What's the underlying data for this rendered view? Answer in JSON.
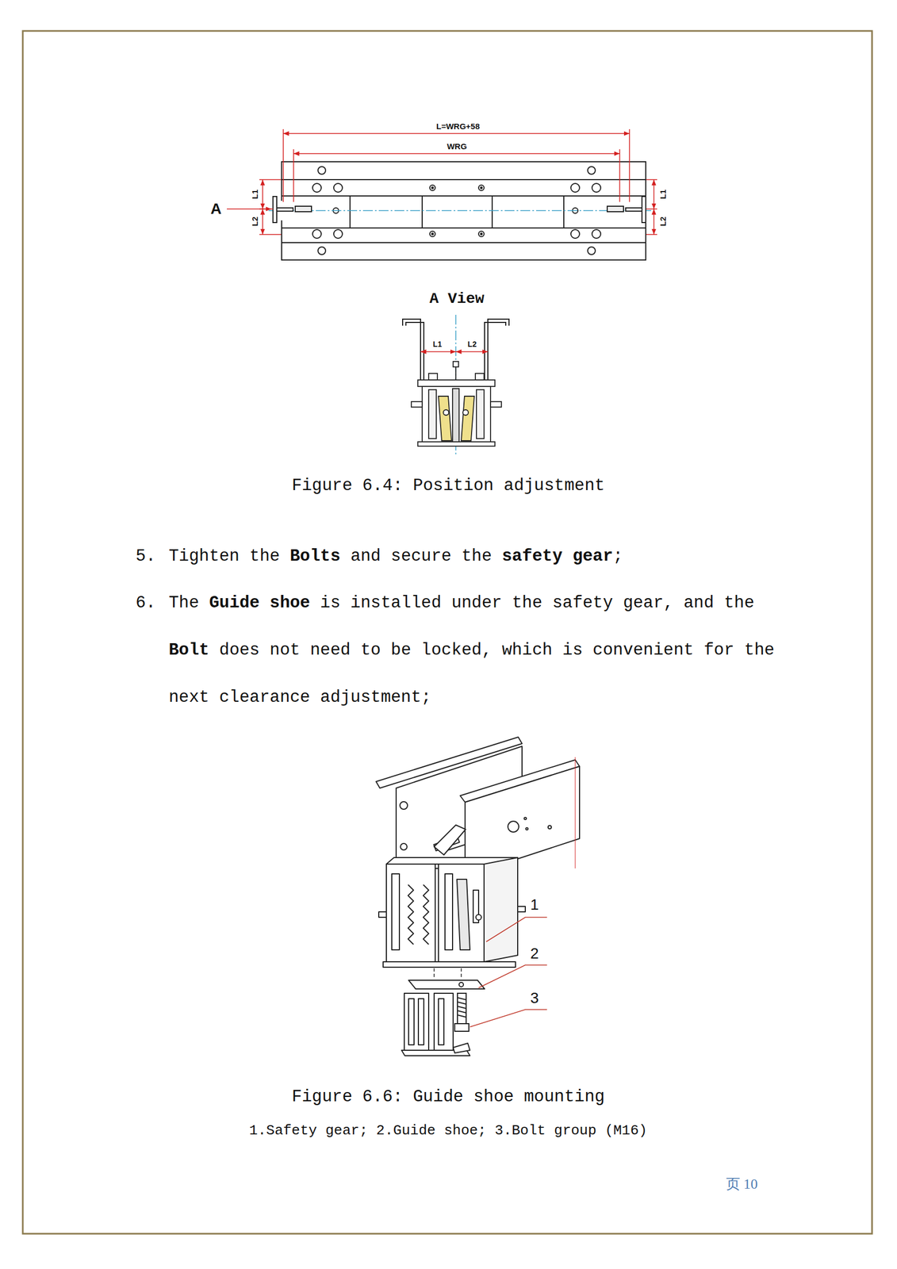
{
  "diagram": {
    "labels": [
      "L=WRG+58",
      "WRG",
      "L1",
      "L2",
      "A",
      "L1",
      "L2",
      "A View",
      "L1",
      "L2",
      "Figure 6.4: Position adjustment",
      "5.",
      "Tighten the",
      "Bolts",
      "and secure the",
      "safety gear",
      ";",
      "6.",
      "The",
      "Guide shoe",
      "is installed under the safety gear, and the",
      "Bolt",
      "does not need to be locked, which is convenient for the next clearance adjustment;",
      "1",
      "2",
      "3",
      "Figure 6.6: Guide shoe mounting",
      "1.Safety gear; 2.Guide shoe; 3.Bolt group (M16)",
      "页 10"
    ]
  }
}
